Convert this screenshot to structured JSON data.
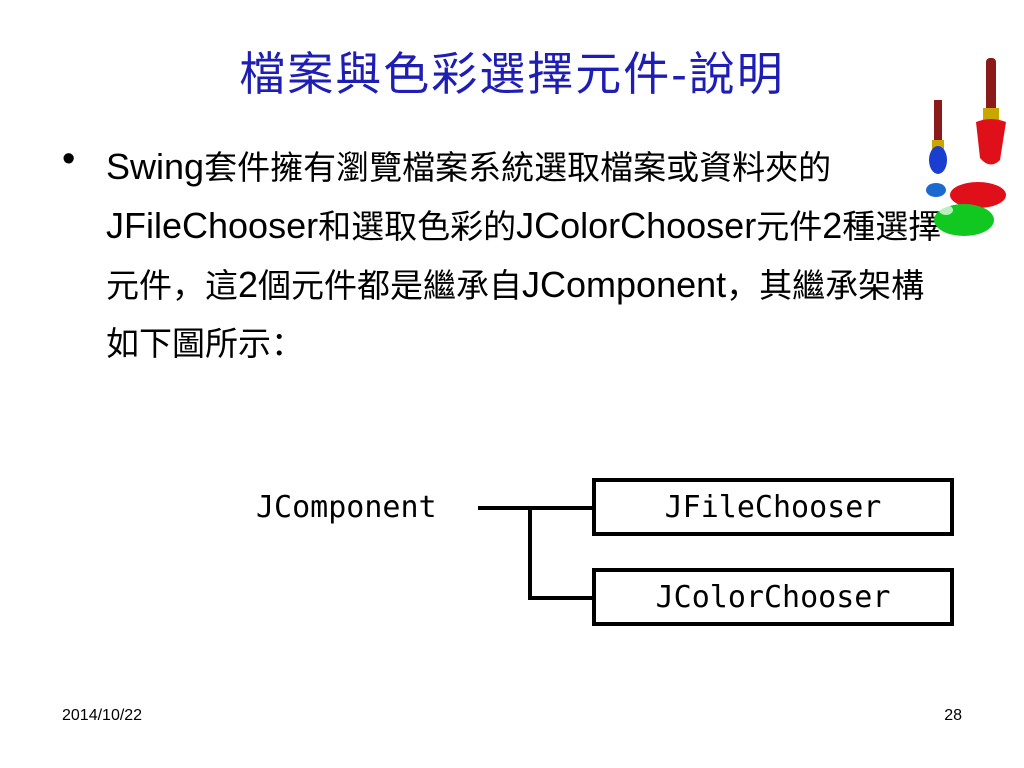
{
  "slide": {
    "title": "檔案與色彩選擇元件-說明",
    "bullet": {
      "marker": "•",
      "segments": [
        {
          "text": "Swing",
          "latin": true
        },
        {
          "text": "套件擁有瀏覽檔案系統選取檔案或資料夾的",
          "latin": false
        },
        {
          "text": "JFileChooser",
          "latin": true
        },
        {
          "text": "和選取色彩的",
          "latin": false
        },
        {
          "text": "JColorChooser",
          "latin": true
        },
        {
          "text": "元件",
          "latin": false
        },
        {
          "text": "2",
          "latin": true
        },
        {
          "text": "種選擇元件，這",
          "latin": false
        },
        {
          "text": "2",
          "latin": true
        },
        {
          "text": "個元件都是繼承自",
          "latin": false
        },
        {
          "text": "JComponent",
          "latin": true
        },
        {
          "text": "，其繼承架構如下圖所示：",
          "latin": false
        }
      ]
    },
    "diagram": {
      "root": "JComponent",
      "children": [
        "JFileChooser",
        "JColorChooser"
      ]
    },
    "footer": {
      "date": "2014/10/22",
      "page": "28"
    },
    "colors": {
      "title": "#1e1eb4",
      "text": "#000000"
    },
    "decoration": "paintbrush-palette-icon"
  }
}
